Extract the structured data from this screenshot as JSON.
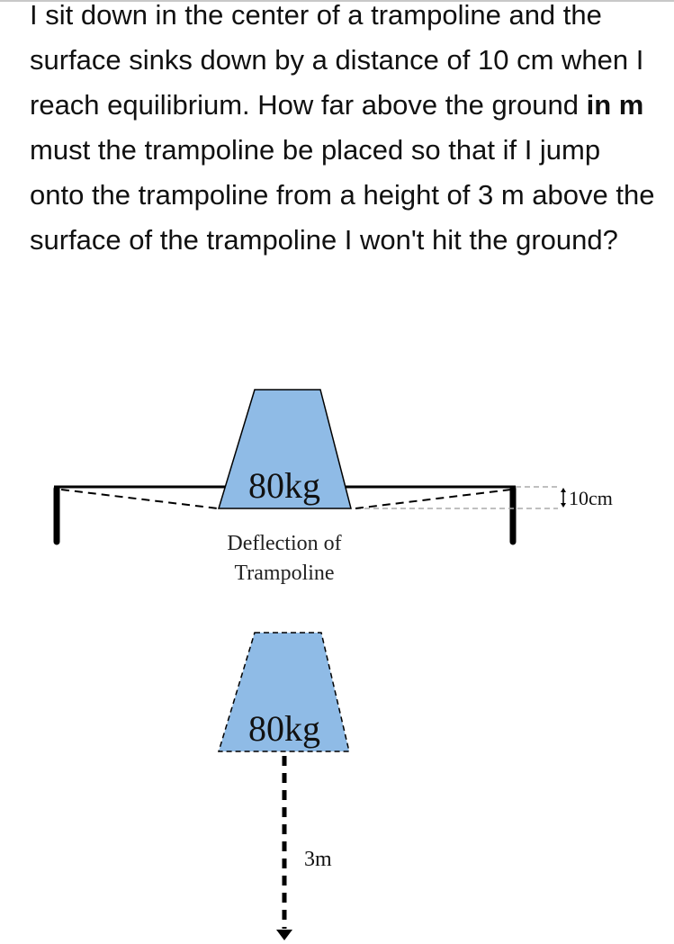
{
  "question": {
    "part1": "I sit down in the center of a trampoline and the surface sinks down by a distance of 10 cm when I reach equilibrium. How far above the ground ",
    "bold": "in m",
    "part2": " must the trampoline be placed so that if I jump onto the trampoline from a height of 3 m above the surface of the trampoline I won't hit the ground?"
  },
  "figure1": {
    "mass_label": "80kg",
    "deflection_label": "10cm",
    "caption_line1": "Deflection of",
    "caption_line2": "Trampoline"
  },
  "figure2": {
    "mass_label": "80kg",
    "height_label": "3m"
  },
  "colors": {
    "mass_fill": "#8fbbe6",
    "line": "#000000",
    "guide": "#aaaaaa"
  }
}
